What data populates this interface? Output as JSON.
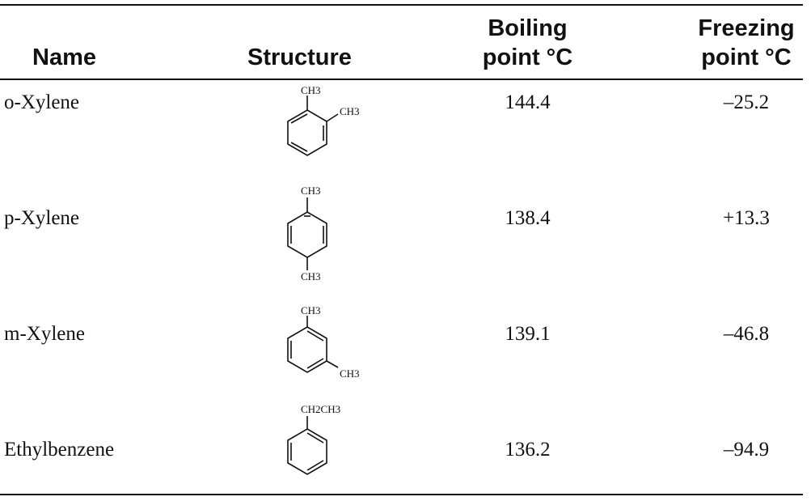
{
  "table": {
    "headers": {
      "name": "Name",
      "structure": "Structure",
      "boiling_line1": "Boiling",
      "boiling_line2": "point °C",
      "freezing_line1": "Freezing",
      "freezing_line2": "point °C"
    },
    "rows": [
      {
        "name": "o-Xylene",
        "boiling": "144.4",
        "freezing": "–25.2",
        "structure_labels": [
          "CH3",
          "CH3"
        ]
      },
      {
        "name": "p-Xylene",
        "boiling": "138.4",
        "freezing": "+13.3",
        "structure_labels": [
          "CH3",
          "CH3"
        ]
      },
      {
        "name": "m-Xylene",
        "boiling": "139.1",
        "freezing": "–46.8",
        "structure_labels": [
          "CH3",
          "CH3"
        ]
      },
      {
        "name": "Ethylbenzene",
        "boiling": "136.2",
        "freezing": "–94.9",
        "structure_labels": [
          "CH2CH3"
        ]
      }
    ]
  }
}
